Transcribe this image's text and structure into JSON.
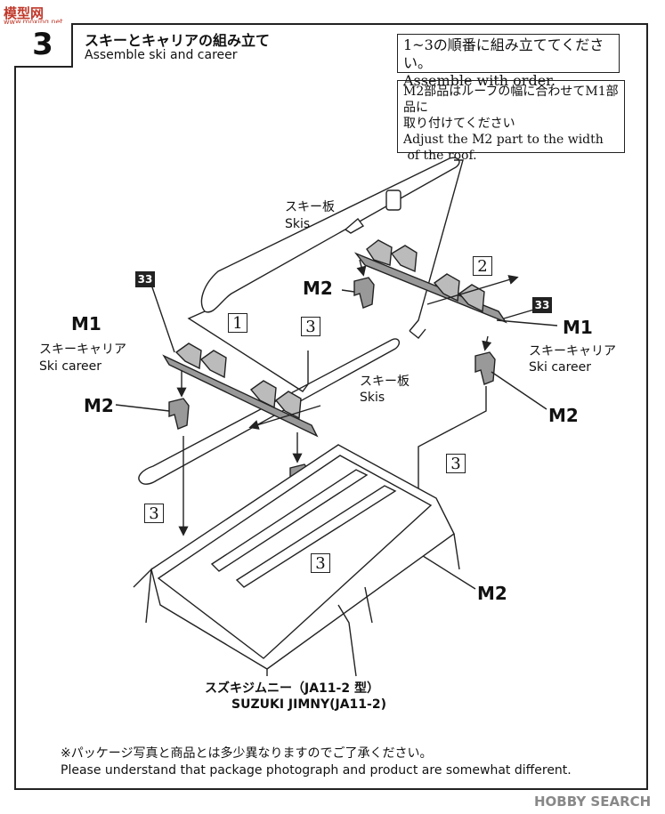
{
  "watermark": {
    "top_left": "模型网",
    "top_left_url": "www.moxing.net",
    "bottom_right": "HOBBY SEARCH"
  },
  "step": {
    "number": "3",
    "title_ja": "スキーとキャリアの組み立て",
    "title_en": "Assemble ski and career"
  },
  "notes": {
    "order_ja": "1~3の順番に組み立ててください。",
    "order_en": "Assemble with order.",
    "adjust_ja_1": "M2部品はルーフの幅に合わせてM1部品に",
    "adjust_ja_2": "取り付けてください",
    "adjust_en_1": "Adjust the M2 part to the width",
    "adjust_en_2": " of the roof."
  },
  "labels": {
    "skis_top_ja": "スキー板",
    "skis_top_en": "Skis",
    "skis_mid_ja": "スキー板",
    "skis_mid_en": "Skis",
    "m1_left": "M1",
    "carrier_left_ja": "スキーキャリア",
    "carrier_left_en": "Ski career",
    "m1_right": "M1",
    "carrier_right_ja": "スキーキャリア",
    "carrier_right_en": "Ski career",
    "m2_a": "M2",
    "m2_b": "M2",
    "m2_c": "M2",
    "m2_d": "M2",
    "part_num_a": "33",
    "part_num_b": "33"
  },
  "steps": {
    "s1": "1",
    "s2": "2",
    "s3": "3"
  },
  "car": {
    "name_ja": "スズキジムニー（JA11-2 型）",
    "name_en": "SUZUKI JIMNY(JA11-2)"
  },
  "footer": {
    "ja": "※パッケージ写真と商品とは多少異なりますのでご了承ください。",
    "en": "Please understand that package photograph and product are somewhat different."
  }
}
